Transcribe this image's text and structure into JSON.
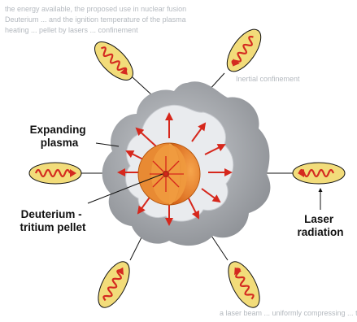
{
  "labels": {
    "expanding_plasma": [
      "Expanding",
      "plasma"
    ],
    "pellet": [
      "Deuterium -",
      "tritium pellet"
    ],
    "laser": [
      "Laser",
      "radiation"
    ]
  },
  "background_text": [
    "the energy available, the proposed use in nuclear fusion",
    "Deuterium ... and the ignition temperature of the plasma",
    "heating ... pellet by lasers ... confinement",
    "Inertial confinement",
    "a laser beam ... uniformly compressing ... the fuel"
  ],
  "colors": {
    "plasma_outer": "#9a9da2",
    "plasma_inner": "#e9ebee",
    "pellet": "#e2741d",
    "pellet_core": "#f6a54c",
    "arrow": "#d6271c",
    "laser_body": "#f2dc7a",
    "laser_wave": "#d42a20",
    "background_text": "#b4b9bf"
  },
  "icons": [
    "laser-beam-icon",
    "outward-arrow-icon",
    "pellet-cutaway-icon"
  ]
}
